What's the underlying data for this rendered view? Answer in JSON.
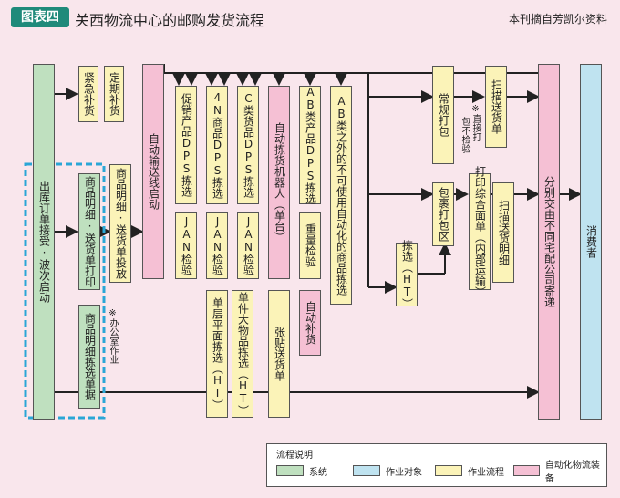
{
  "header": {
    "badge": "图表四",
    "title": "关西物流中心的邮购发货流程",
    "credit": "本刊摘自芳凯尔资料"
  },
  "nodes": {
    "order": "出库订单接受·波次启动",
    "urgent": "紧急补货",
    "scheduled": "定期补货",
    "detail_print": "商品明细·送货单打印",
    "detail_place": "商品明细·送货单投放",
    "pick_list": "商品明细拣选单据",
    "office_note": "※办公室作业",
    "conveyor": "自动输送线启动",
    "promo_dps": "促销产品DPS拣选",
    "n4_dps": "4N商品DPS拣选",
    "c_dps": "C类货品DPS拣选",
    "jan1": "JAN检验",
    "jan2": "JAN检验",
    "jan3": "JAN检验",
    "robot": "自动拣货机器人（单台）",
    "ab_dps": "AB类产品DPS拣选",
    "weight": "重量检验",
    "auto_replenish": "自动补货",
    "non_ab": "AB类之外的不可使用自动化的商品拣选",
    "single_flat": "单层平面拣选（HT）",
    "large_item": "单件大物品拣选（HT）",
    "label": "张贴送货单",
    "ht_pick": "拣选（HT）",
    "regular_pack": "常规打包",
    "no_pack": "包不检验",
    "direct_note": "※直接打",
    "scan_ship": "扫描送货单",
    "wrap_area": "包裹打包区",
    "print_sheet": "打印综合面单（内部运输）",
    "scan_detail": "扫描送货明细",
    "courier": "分别交由不同宅配公司寄递",
    "consumer": "消费者"
  },
  "legend": {
    "title": "流程说明",
    "items": [
      "系统",
      "作业对象",
      "作业流程",
      "自动化物流装备"
    ]
  },
  "colors": {
    "system": "#bfe0bf",
    "object": "#bfe3f0",
    "process": "#fbf3b8",
    "automation": "#f5c0d4",
    "badge": "#1f8a7a",
    "background": "#f9e6ec"
  }
}
